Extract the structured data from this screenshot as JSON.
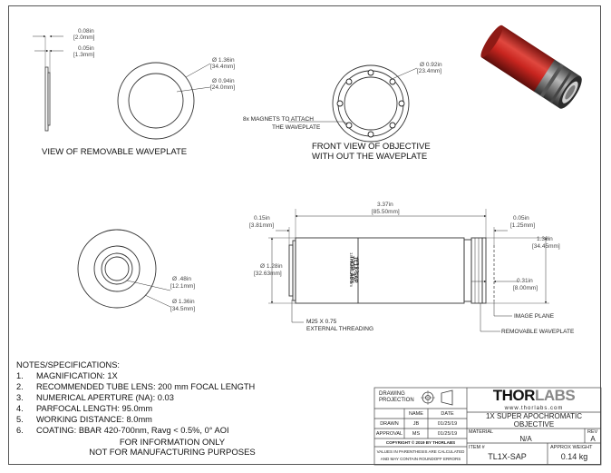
{
  "views": {
    "waveplate_view_title": "VIEW OF REMOVABLE WAVEPLATE",
    "front_view_title_line1": "FRONT VIEW OF OBJECTIVE",
    "front_view_title_line2": "WITH OUT THE WAVEPLATE",
    "magnets_note_line1": "8x MAGNETS TO ATTACH",
    "magnets_note_line2": "THE WAVEPLATE",
    "threading_line1": "M25 X 0.75",
    "threading_line2": "EXTERNAL THREADING",
    "image_plane": "IMAGE PLANE",
    "removable_waveplate": "REMOVABLE WAVEPLATE",
    "body_engraving_1": "THORLABS",
    "body_engraving_2": "TL1X-SAP",
    "body_engraving_3": "1X / 0.03 / 200 mm",
    "body_engraving_4": "WD 8.0 mm"
  },
  "dims": {
    "plate_thick_in": "0.08in",
    "plate_thick_mm": "[2.0mm]",
    "plate_step_in": "0.05in",
    "plate_step_mm": "[1.3mm]",
    "plate_od_in": "Ø 1.36in",
    "plate_od_mm": "[34.4mm]",
    "plate_id_in": "Ø 0.94in",
    "plate_id_mm": "[24.0mm]",
    "front_od_in": "Ø 0.92in",
    "front_od_mm": "[23.4mm]",
    "length_in": "3.37in",
    "length_mm": "[85.50mm]",
    "left_step_in": "0.15in",
    "left_step_mm": "[3.81mm]",
    "right_step_in": "0.05in",
    "right_step_mm": "[1.25mm]",
    "body_od_in": "Ø 1.28in",
    "body_od_mm": "[32.63mm]",
    "rear_od_in": "1.36in",
    "rear_od_mm": "[34.45mm]",
    "wd_in": "0.31in",
    "wd_mm": "[8.00mm]",
    "end_id_in": "Ø .48in",
    "end_id_mm": "[12.1mm]",
    "end_od_in": "Ø 1.36in",
    "end_od_mm": "[34.5mm]"
  },
  "notes": {
    "heading": "NOTES/SPECIFICATIONS:",
    "items": [
      {
        "num": "1.",
        "text": "MAGNIFICATION: 1X"
      },
      {
        "num": "2.",
        "text": "RECOMMENDED TUBE LENS: 200 mm FOCAL LENGTH"
      },
      {
        "num": "3.",
        "text": "NUMERICAL APERTURE (NA): 0.03"
      },
      {
        "num": "4.",
        "text": "PARFOCAL LENGTH: 95.0mm"
      },
      {
        "num": "5.",
        "text": "WORKING DISTANCE: 8.0mm"
      },
      {
        "num": "6.",
        "text": "COATING: BBAR 420-700nm, Ravg < 0.5%, 0° AOI"
      }
    ],
    "info_line1": "FOR INFORMATION ONLY",
    "info_line2": "NOT FOR MANUFACTURING PURPOSES"
  },
  "title_block": {
    "drawing_projection_1": "DRAWING",
    "drawing_projection_2": "PROJECTION",
    "name_hdr": "NAME",
    "date_hdr": "DATE",
    "drawn_lbl": "DRAWN",
    "drawn_name": "JB",
    "drawn_date": "01/25/19",
    "approval_lbl": "APPROVAL",
    "approval_name": "MS",
    "approval_date": "01/25/19",
    "copyright": "COPYRIGHT © 2019 BY THORLABS",
    "values_note_1": "VALUES IN PARENTHESIS ARE CALCULATED",
    "values_note_2": "AND MAY CONTAIN ROUNDOFF ERRORS",
    "logo_a": "THOR",
    "logo_b": "LABS",
    "url": "www.thorlabs.com",
    "description_1": "1X SUPER APOCHROMATIC",
    "description_2": "OBJECTIVE",
    "material_lbl": "MATERIAL",
    "material_val": "N/A",
    "rev_lbl": "REV",
    "rev_val": "A",
    "item_lbl": "ITEM #",
    "item_val": "TL1X-SAP",
    "weight_lbl": "APPROX WEIGHT",
    "weight_val": "0.14 kg"
  },
  "colors": {
    "line": "#333333",
    "dim_line": "#555555",
    "product_red": "#c8251f",
    "product_gray": "#8a8a8a"
  }
}
